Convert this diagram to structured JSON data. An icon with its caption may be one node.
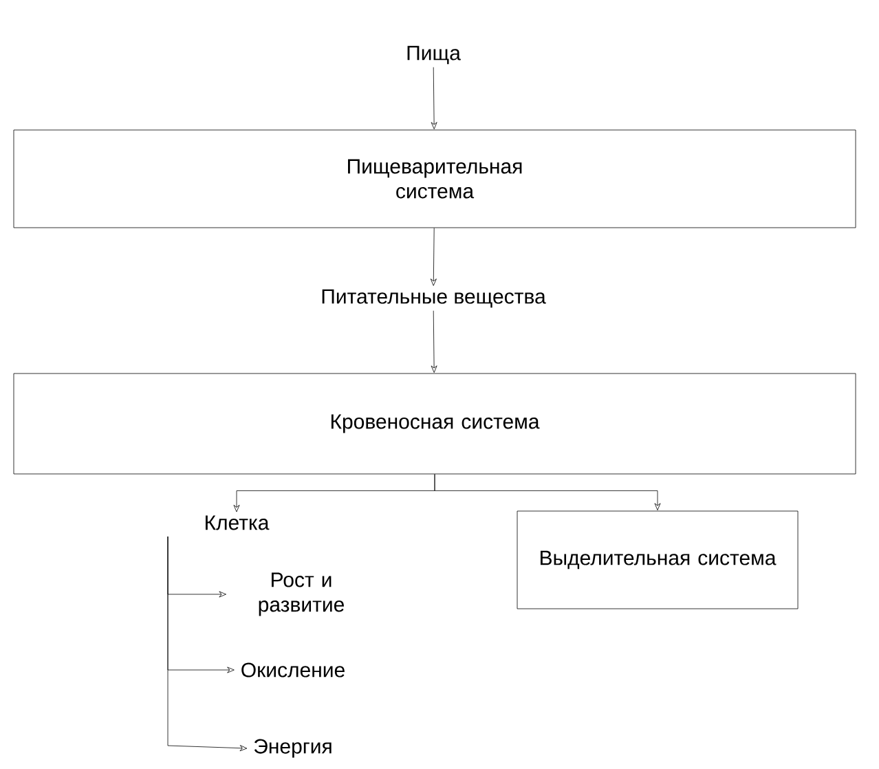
{
  "diagram": {
    "nodes": [
      {
        "text": [
          "Пища"
        ]
      },
      {
        "text": [
          "Пищеварительная система"
        ]
      },
      {
        "text": [
          "Питательные вещества"
        ]
      },
      {
        "text": [
          "Кровеносная система"
        ]
      },
      {
        "text": [
          "Клетка"
        ]
      },
      {
        "text": [
          "Выделительная система"
        ]
      },
      {
        "text": [
          "Рост и развитие"
        ]
      },
      {
        "text": [
          "Окисление"
        ]
      },
      {
        "text": [
          "Энергия"
        ]
      }
    ],
    "edges": [
      {
        "from": 0,
        "to": 1,
        "arrow": "to"
      },
      {
        "from": 1,
        "to": 2,
        "arrow": "to"
      },
      {
        "from": 2,
        "to": 3,
        "arrow": "to"
      },
      {
        "from": 3,
        "to": 4,
        "arrow": "to"
      },
      {
        "from": 3,
        "to": 5,
        "arrow": "to"
      },
      {
        "from": 4,
        "to": 6,
        "arrow": "to"
      },
      {
        "from": 4,
        "to": 7,
        "arrow": "to"
      },
      {
        "from": 4,
        "to": 8,
        "arrow": "to"
      }
    ]
  }
}
